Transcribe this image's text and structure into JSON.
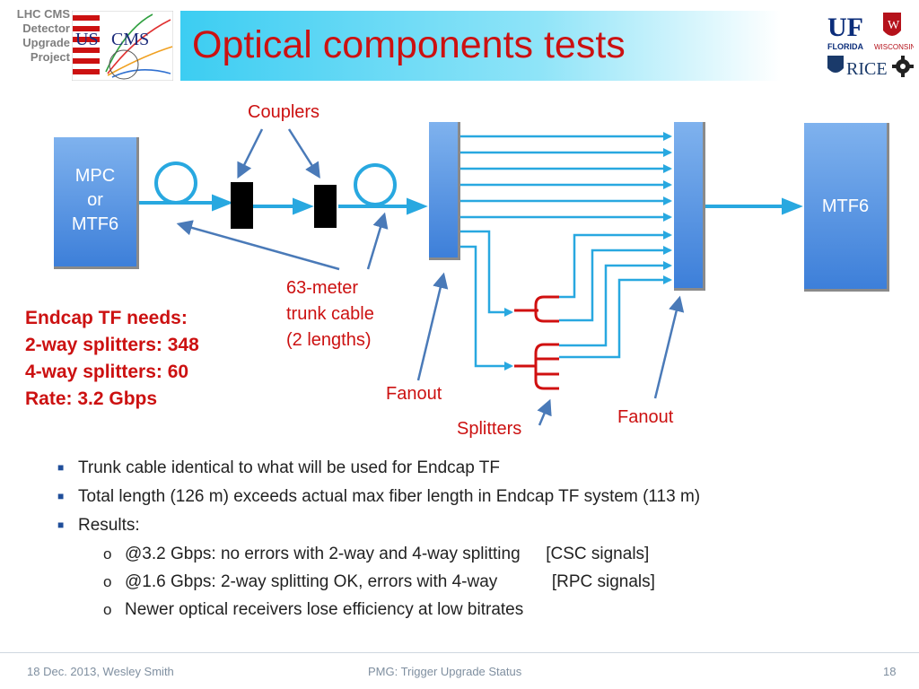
{
  "header": {
    "project": [
      "LHC CMS",
      "Detector",
      "Upgrade",
      "Project"
    ],
    "logo_left_text": [
      "US",
      "CMS"
    ],
    "title": "Optical components tests",
    "logos": [
      "UF",
      "FLORIDA",
      "WISCONSIN",
      "RICE"
    ]
  },
  "diagram": {
    "mpc_box": [
      "MPC",
      "or",
      "MTF6"
    ],
    "mtf6_box": "MTF6",
    "labels": {
      "couplers": "Couplers",
      "trunk_cable": [
        "63-meter",
        "trunk cable",
        "(2 lengths)"
      ],
      "fanout_left": "Fanout",
      "fanout_right": "Fanout",
      "splitters": "Splitters"
    },
    "colors": {
      "fiber": "#28a8e0",
      "splitter": "#d01010",
      "box": "#4f8fe0",
      "arrow": "#4a7ab8"
    }
  },
  "needs": [
    "Endcap TF needs:",
    "2-way splitters: 348",
    "4-way splitters: 60",
    "Rate: 3.2 Gbps"
  ],
  "bullets": [
    {
      "text": "Trunk cable identical to what will be used for Endcap TF"
    },
    {
      "text": "Total length (126 m) exceeds actual max fiber length in Endcap TF system (113 m)"
    },
    {
      "text": "Results:"
    }
  ],
  "subbullets": [
    {
      "text": "@3.2 Gbps: no errors with 2-way and 4-way splitting",
      "tag": "[CSC signals]"
    },
    {
      "text": "@1.6 Gbps: 2-way splitting OK, errors with 4-way",
      "tag": "[RPC signals]"
    },
    {
      "text": "Newer optical receivers lose efficiency at low bitrates",
      "tag": ""
    }
  ],
  "footer": {
    "left": "18 Dec. 2013, Wesley Smith",
    "center": "PMG: Trigger Upgrade Status",
    "page": "18"
  }
}
